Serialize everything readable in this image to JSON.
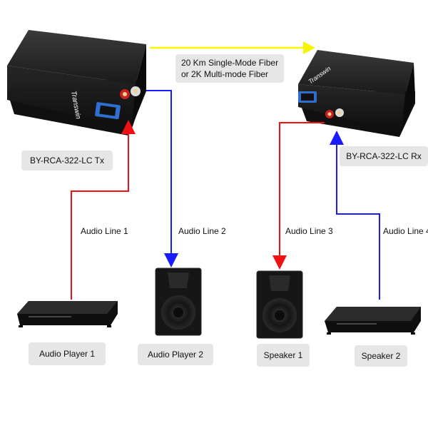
{
  "fiber_label": {
    "line1": "20 Km Single-Mode Fiber",
    "line2": "or 2K Multi-mode Fiber"
  },
  "devices": {
    "tx": {
      "label": "BY-RCA-322-LC Tx",
      "brand": "Transwin"
    },
    "rx": {
      "label": "BY-RCA-322-LC Rx",
      "brand": "Transwin"
    }
  },
  "audio_lines": [
    "Audio Line 1",
    "Audio Line 2",
    "Audio Line 3",
    "Audio Line 4"
  ],
  "endpoints": [
    "Audio Player 1",
    "Audio Player 2",
    "Speaker 1",
    "Speaker 2"
  ],
  "colors": {
    "fiber": "#f5f500",
    "line_red": "#ee1111",
    "line_blue": "#1a1aff",
    "device": "#1c1c1c",
    "label_bg": "#e6e6e6"
  }
}
